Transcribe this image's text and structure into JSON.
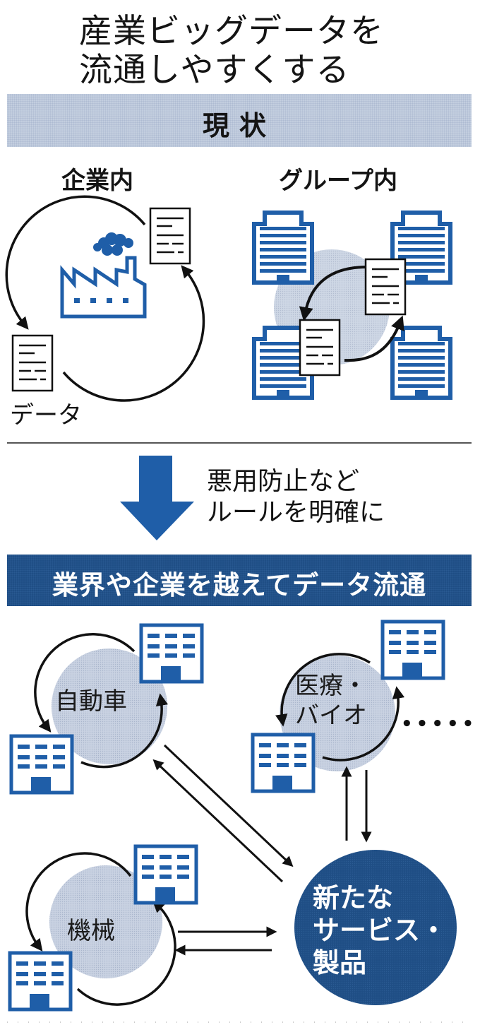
{
  "title": {
    "line1": "産業ビッグデータを",
    "line2": "流通しやすくする"
  },
  "current_section": {
    "heading": "現状",
    "panels": [
      {
        "label": "企業内",
        "data_label": "データ",
        "icons": [
          "factory-icon",
          "document-icon",
          "document-icon"
        ]
      },
      {
        "label": "グループ内",
        "icons": [
          "office-building-icon",
          "office-building-icon",
          "office-building-icon",
          "office-building-icon",
          "document-icon",
          "document-icon"
        ]
      }
    ]
  },
  "transition": {
    "line1": "悪用防止など",
    "line2": "ルールを明確に"
  },
  "future_section": {
    "heading": "業界や企業を越えてデータ流通",
    "industries": [
      {
        "label_line1": "自動車",
        "label_line2": ""
      },
      {
        "label_line1": "医療・",
        "label_line2": "バイオ"
      },
      {
        "label_line1": "機械",
        "label_line2": ""
      }
    ],
    "ellipsis": "• • • • •",
    "hub": {
      "line1": "新たな",
      "line2": "サービス・",
      "line3": "製品"
    }
  },
  "colors": {
    "brand_blue": "#1f5ea8",
    "dark_band": "#1f4e85",
    "light_band": "#c3cedf",
    "circle_fill": "#c9d2e2"
  }
}
